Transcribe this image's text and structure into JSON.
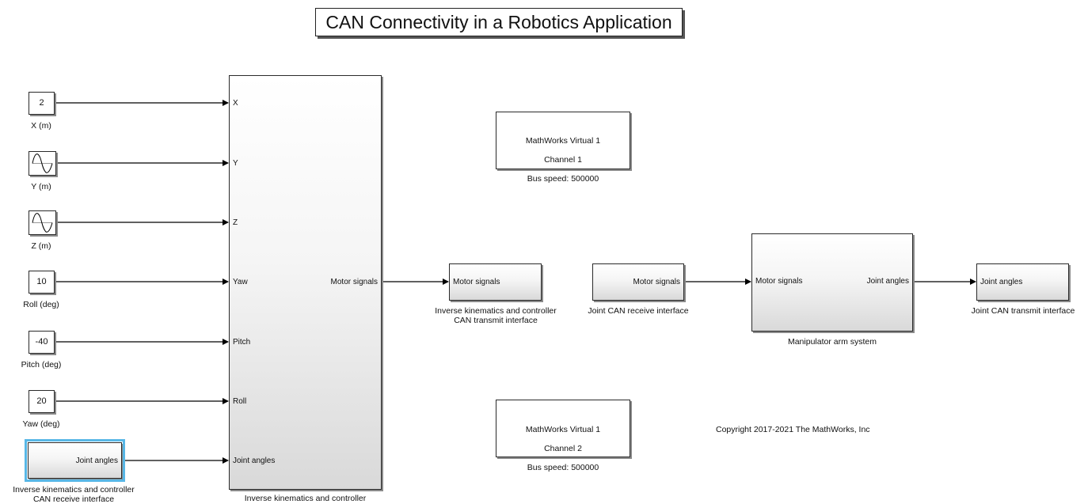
{
  "title": "CAN Connectivity in a Robotics Application",
  "sources": [
    {
      "id": "x",
      "kind": "constant",
      "value": "2",
      "caption": "X (m)"
    },
    {
      "id": "y",
      "kind": "sine",
      "value": "",
      "caption": "Y (m)"
    },
    {
      "id": "z",
      "kind": "sine",
      "value": "",
      "caption": "Z (m)"
    },
    {
      "id": "roll",
      "kind": "constant",
      "value": "10",
      "caption": "Roll (deg)"
    },
    {
      "id": "pitch",
      "kind": "constant",
      "value": "-40",
      "caption": "Pitch (deg)"
    },
    {
      "id": "yaw",
      "kind": "constant",
      "value": "20",
      "caption": "Yaw (deg)"
    }
  ],
  "ik_receive": {
    "output_port": "Joint angles",
    "caption_line1": "Inverse kinematics and controller",
    "caption_line2": "CAN receive interface"
  },
  "ik_controller": {
    "input_ports": [
      "X",
      "Y",
      "Z",
      "Yaw",
      "Pitch",
      "Roll",
      "Joint angles"
    ],
    "output_port": "Motor signals",
    "caption": "Inverse kinematics and controller"
  },
  "ik_transmit": {
    "input_port": "Motor signals",
    "caption_line1": "Inverse kinematics and controller",
    "caption_line2": "CAN transmit interface"
  },
  "channel1": {
    "line1": "MathWorks Virtual 1",
    "line2": "Channel 1",
    "line3": "Bus speed: 500000"
  },
  "channel2": {
    "line1": "MathWorks Virtual 1",
    "line2": "Channel 2",
    "line3": "Bus speed: 500000"
  },
  "joint_receive": {
    "output_port": "Motor signals",
    "caption": "Joint CAN receive interface"
  },
  "manipulator": {
    "input_port": "Motor signals",
    "output_port": "Joint angles",
    "caption": "Manipulator arm system"
  },
  "joint_transmit": {
    "input_port": "Joint angles",
    "caption": "Joint CAN transmit interface"
  },
  "copyright": "Copyright 2017-2021 The MathWorks, Inc"
}
